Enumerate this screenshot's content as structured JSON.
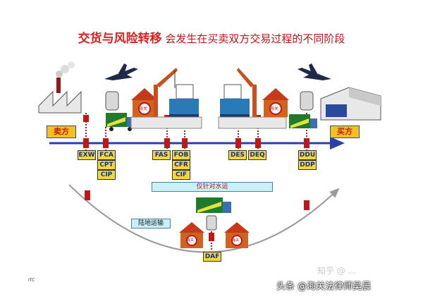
{
  "title": {
    "main": "交货与风险转移",
    "sub": "会发生在买卖双方交易过程的不同阶段"
  },
  "parties": {
    "seller": "卖方",
    "buyer": "买方"
  },
  "customs_label": "海关",
  "terms": {
    "exw": "EXW",
    "fca": "FCA",
    "cpt": "CPT",
    "cip": "CIP",
    "fas": "FAS",
    "fob": "FOB",
    "cfr": "CFR",
    "cif": "CIF",
    "des": "DES",
    "deq": "DEQ",
    "ddu": "DDU",
    "ddp": "DDP",
    "daf": "DAF"
  },
  "bands": {
    "water": "仅针对水运",
    "land": "陆地运输"
  },
  "footer": {
    "itc": "ITC",
    "watermark": "头条 @海关法律师吴晨",
    "watermark_faint": "知乎 @ ..."
  },
  "colors": {
    "timeline": "#2a3fa8",
    "marker": "#c01818",
    "title_red": "#d81e1e",
    "term_fill": "#f7d63a",
    "band_fill": "#c9f0f2"
  }
}
